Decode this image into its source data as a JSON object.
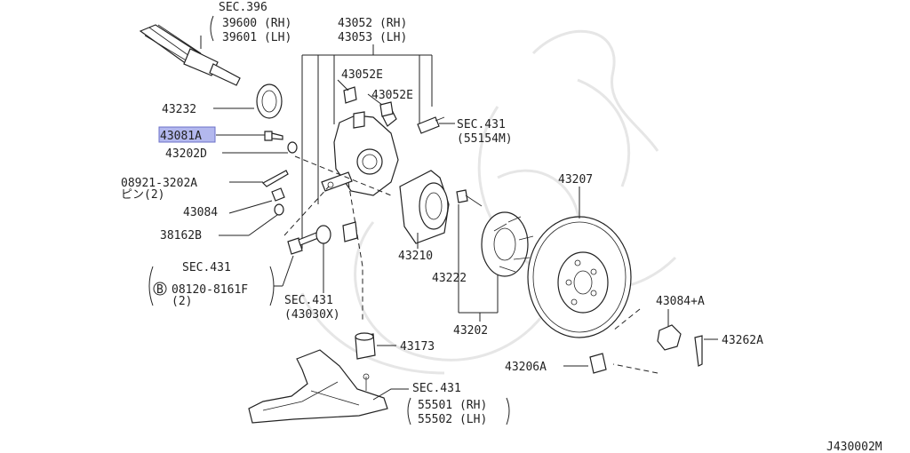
{
  "labels": {
    "sec396": "SEC.396",
    "p39600": "39600 (RH)",
    "p39601": "39601 (LH)",
    "p43052": "43052 (RH)",
    "p43053": "43053 (LH)",
    "p43052e_a": "43052E",
    "p43052e_b": "43052E",
    "p43232": "43232",
    "p43081a": "43081A",
    "p43202d": "43202D",
    "p08921": "08921-3202A",
    "pin": "ピン(2)",
    "p43084": "43084",
    "p38162b": "38162B",
    "sec431_a": "SEC.431",
    "p55154m": "(55154M)",
    "sec431_b": "SEC.431",
    "bolt_badge": "B",
    "p08120": "08120-8161F",
    "qty2": "(2)",
    "sec431_c": "SEC.431",
    "p43030x": "(43030X)",
    "p43210": "43210",
    "p43222": "43222",
    "p43202": "43202",
    "p43207": "43207",
    "p43084a": "43084+A",
    "p43262a": "43262A",
    "p43173": "43173",
    "p43206a": "43206A",
    "sec431_d": "SEC.431",
    "p55501": "55501 (RH)",
    "p55502": "55502 (LH)",
    "diagram_id": "J430002M"
  },
  "highlight": {
    "part": "43081A",
    "color": "#b3b8ee"
  }
}
